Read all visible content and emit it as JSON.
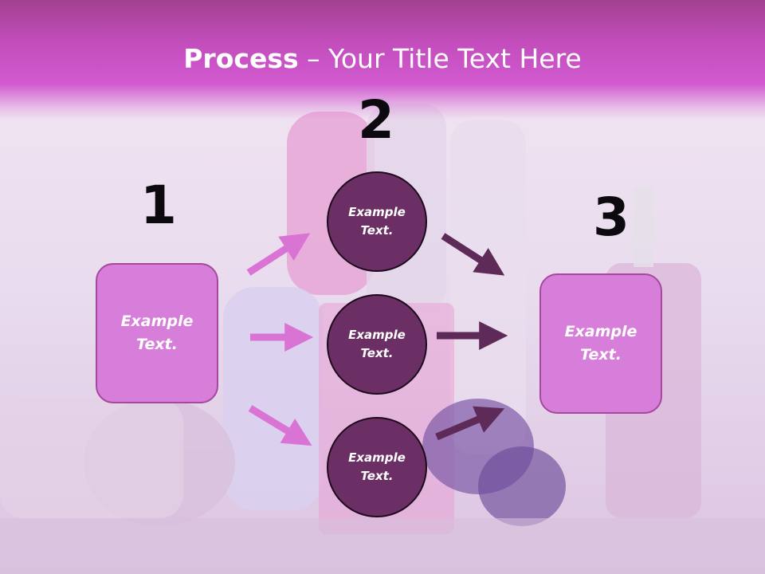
{
  "title": {
    "bold": "Process",
    "separator": " – ",
    "rest": "Your Title Text Here"
  },
  "steps": {
    "one": {
      "number": "1",
      "box_text_line1": "Example",
      "box_text_line2": "Text."
    },
    "two": {
      "number": "2",
      "circles": [
        {
          "line1": "Example",
          "line2": "Text."
        },
        {
          "line1": "Example",
          "line2": "Text."
        },
        {
          "line1": "Example",
          "line2": "Text."
        }
      ]
    },
    "three": {
      "number": "3",
      "box_text_line1": "Example",
      "box_text_line2": "Text."
    }
  },
  "colors": {
    "header": "#c24dbb",
    "box_fill": "#d67ed9",
    "box_border": "#a5489e",
    "circle_fill": "#6b2f66",
    "arrow_pink": "#d974d4",
    "arrow_dark": "#5e2a58"
  }
}
